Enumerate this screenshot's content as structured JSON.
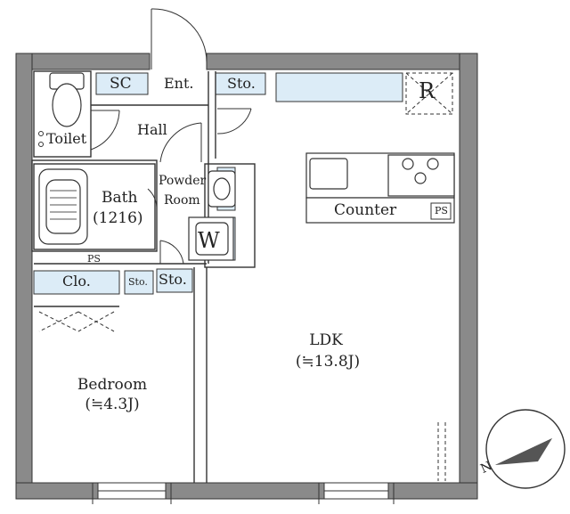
{
  "rooms": {
    "sc": "SC",
    "entrance": "Ent.",
    "storage_top": "Sto.",
    "roof_balcony": "R",
    "toilet": "Toilet",
    "hall": "Hall",
    "bath": "Bath",
    "bath_size": "(1216)",
    "powder_room_line1": "Powder",
    "powder_room_line2": "Room",
    "washer": "W",
    "counter": "Counter",
    "ps_kitchen": "PS",
    "ps_bath": "PS",
    "closet": "Clo.",
    "storage_small": "Sto.",
    "storage_mid": "Sto.",
    "ldk": "LDK",
    "ldk_size": "(≒13.8J)",
    "bedroom": "Bedroom",
    "bedroom_size": "(≒4.3J)"
  },
  "compass": {
    "label": "N"
  },
  "colors": {
    "wall": "#8a8a8a",
    "wall_outline": "#333333",
    "storage_fill": "#dcecf7",
    "line": "#333333"
  }
}
